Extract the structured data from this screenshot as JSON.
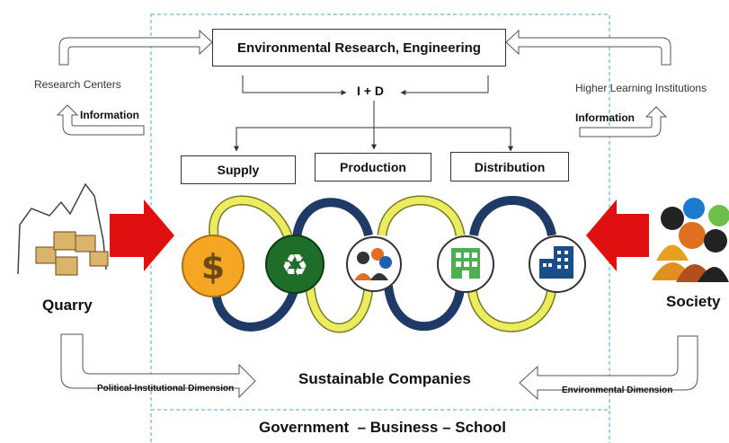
{
  "top_box": "Environmental Research, Engineering",
  "i_d": "I + D",
  "left_center": "Research Centers",
  "right_center": "Higher Learning Institutions",
  "info_left": "Information",
  "info_right": "Information",
  "steps": [
    "Supply",
    "Production",
    "Distribution"
  ],
  "quarry": "Quarry",
  "society": "Society",
  "political": "Political-Institutional Dimension",
  "environmental": "Environmental Dimension",
  "sustainable": "Sustainable Companies",
  "bottom": "Government  – Business – School",
  "colors": {
    "red_arrow": "#e01010",
    "yellow_arc": "#e8e85a",
    "blue_arc": "#1f3a66",
    "dashed": "#4aa3c8",
    "coin": "#f5a623",
    "recycle": "#1e6e2a",
    "building_green": "#4cb050",
    "building_blue": "#1a4d8c"
  },
  "icons": [
    "dollar-coin-icon",
    "recycle-icon",
    "people-icon",
    "green-building-icon",
    "blue-building-icon"
  ]
}
